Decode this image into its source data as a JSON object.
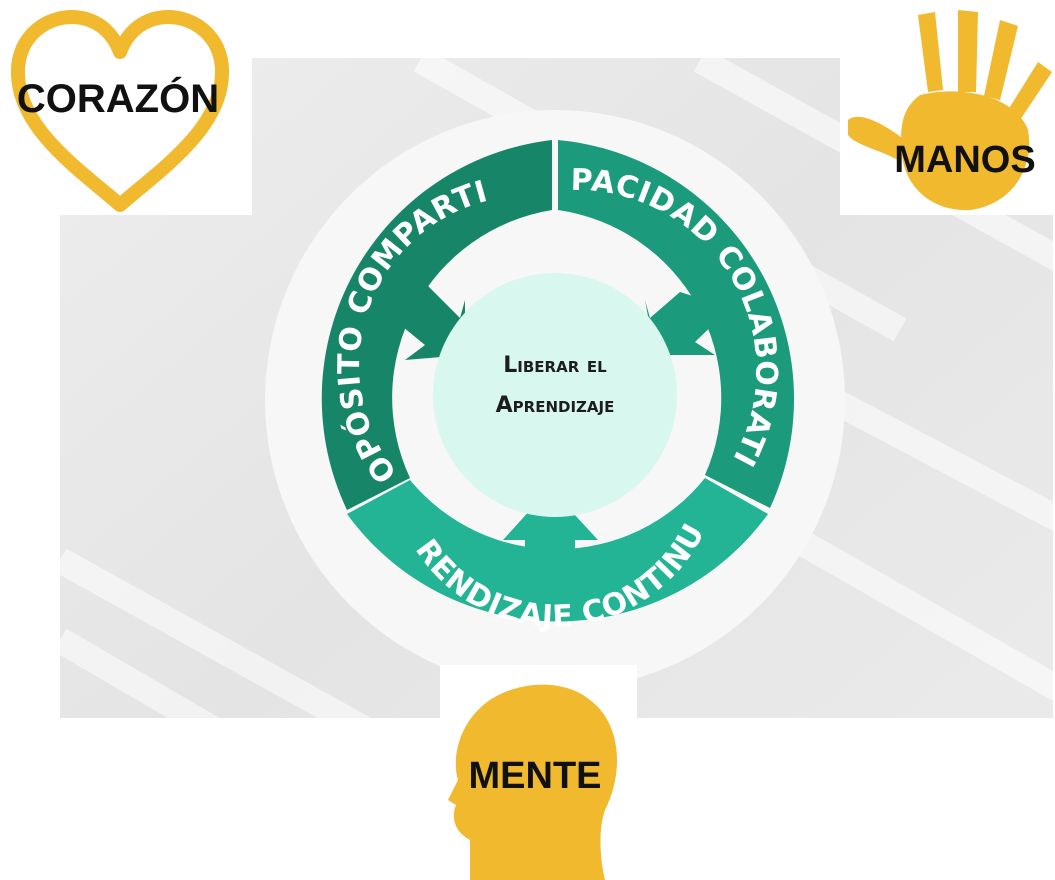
{
  "diagram": {
    "center": {
      "line1": "Liberar el",
      "line2": "Aprendizaje"
    },
    "segments": [
      {
        "label": "PROPÓSITO COMPARTIDO",
        "color": "#178568"
      },
      {
        "label": "CAPACIDAD COLABORATIVA",
        "color": "#1b9a7c"
      },
      {
        "label": "APRENDIZAJE CONTINUO",
        "color": "#22b495"
      }
    ],
    "colors": {
      "center_fill": "#d8f7ef",
      "ring_background": "#f7f7f7",
      "icon_fill": "#f0b92e"
    }
  },
  "corners": {
    "heart": {
      "label": "CORAZÓN",
      "icon": "heart-icon"
    },
    "hand": {
      "label": "MANOS",
      "icon": "hand-icon"
    },
    "head": {
      "label": "MENTE",
      "icon": "head-icon"
    }
  }
}
